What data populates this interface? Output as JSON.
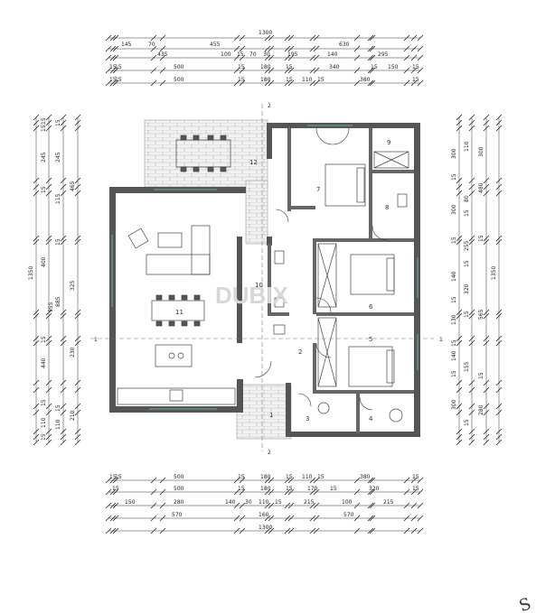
{
  "watermark": "DUBIX",
  "corner_logo": "S",
  "section_marker": {
    "label": "2",
    "arrow": "1"
  },
  "rooms": [
    "1",
    "2",
    "3",
    "4",
    "5",
    "6",
    "7",
    "8",
    "9",
    "10",
    "11",
    "12"
  ],
  "dims_top": {
    "overall": "1300",
    "r1": [
      "145",
      "70",
      "455",
      "630"
    ],
    "r2": [
      "435",
      "100",
      "15",
      "70",
      "30",
      "195",
      "140",
      "295"
    ],
    "r3": [
      "15",
      "15",
      "500",
      "15",
      "180",
      "15",
      "340",
      "15",
      "150",
      "15"
    ],
    "r4": [
      "15",
      "15",
      "500",
      "15",
      "180",
      "15",
      "110",
      "15",
      "380",
      "15"
    ]
  },
  "dims_bottom": {
    "overall": "1300",
    "r1": [
      "15",
      "15",
      "500",
      "15",
      "180",
      "15",
      "110",
      "15",
      "380",
      "15"
    ],
    "r2": [
      "15",
      "500",
      "15",
      "180",
      "15",
      "170",
      "15",
      "320",
      "15"
    ],
    "r3": [
      "150",
      "280",
      "140",
      "30",
      "110",
      "15",
      "215",
      "100",
      "215"
    ],
    "r4": [
      "570",
      "160",
      "570"
    ]
  },
  "dims_left": {
    "overall": "1350",
    "col_a": [
      "15",
      "15",
      "245",
      "15",
      "400",
      "15",
      "440",
      "15",
      "110",
      "15"
    ],
    "col_b": [
      "15",
      "245",
      "115",
      "15",
      "885",
      "15",
      "110"
    ],
    "col_c": [
      "465",
      "325",
      "230",
      "210"
    ],
    "col_d": [
      "955"
    ]
  },
  "dims_right": {
    "overall": "1350",
    "col_a": [
      "300",
      "480",
      "15",
      "565",
      "15",
      "280"
    ],
    "col_b": [
      "110",
      "80",
      "15",
      "255",
      "15",
      "320",
      "15",
      "155",
      "15"
    ],
    "col_c": [
      "300",
      "15",
      "300",
      "15",
      "140",
      "15",
      "130",
      "15",
      "140",
      "15",
      "300"
    ]
  }
}
